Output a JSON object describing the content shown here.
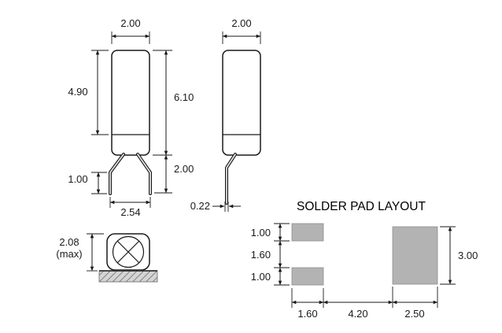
{
  "title": "SOLDER PAD LAYOUT",
  "colors": {
    "line": "#1a1a1a",
    "pad_fill": "#b3b3b3",
    "board_fill": "#d4d4d4"
  },
  "front_view": {
    "body_width": "2.00",
    "crystal_height": "4.90",
    "body_height": "6.10",
    "lead_straight": "1.00",
    "lead_length": "2.00",
    "lead_pitch": "2.54"
  },
  "side_view": {
    "body_width": "2.00",
    "lead_thickness": "0.22"
  },
  "seated_view": {
    "height": "2.08",
    "qualifier": "(max)"
  },
  "solder_pads": {
    "pad_top_height": "1.00",
    "pad_gap": "1.60",
    "pad_bottom_height": "1.00",
    "large_pad_height": "3.00",
    "pad_width": "1.60",
    "pad_to_pad": "4.20",
    "large_pad_width": "2.50"
  }
}
